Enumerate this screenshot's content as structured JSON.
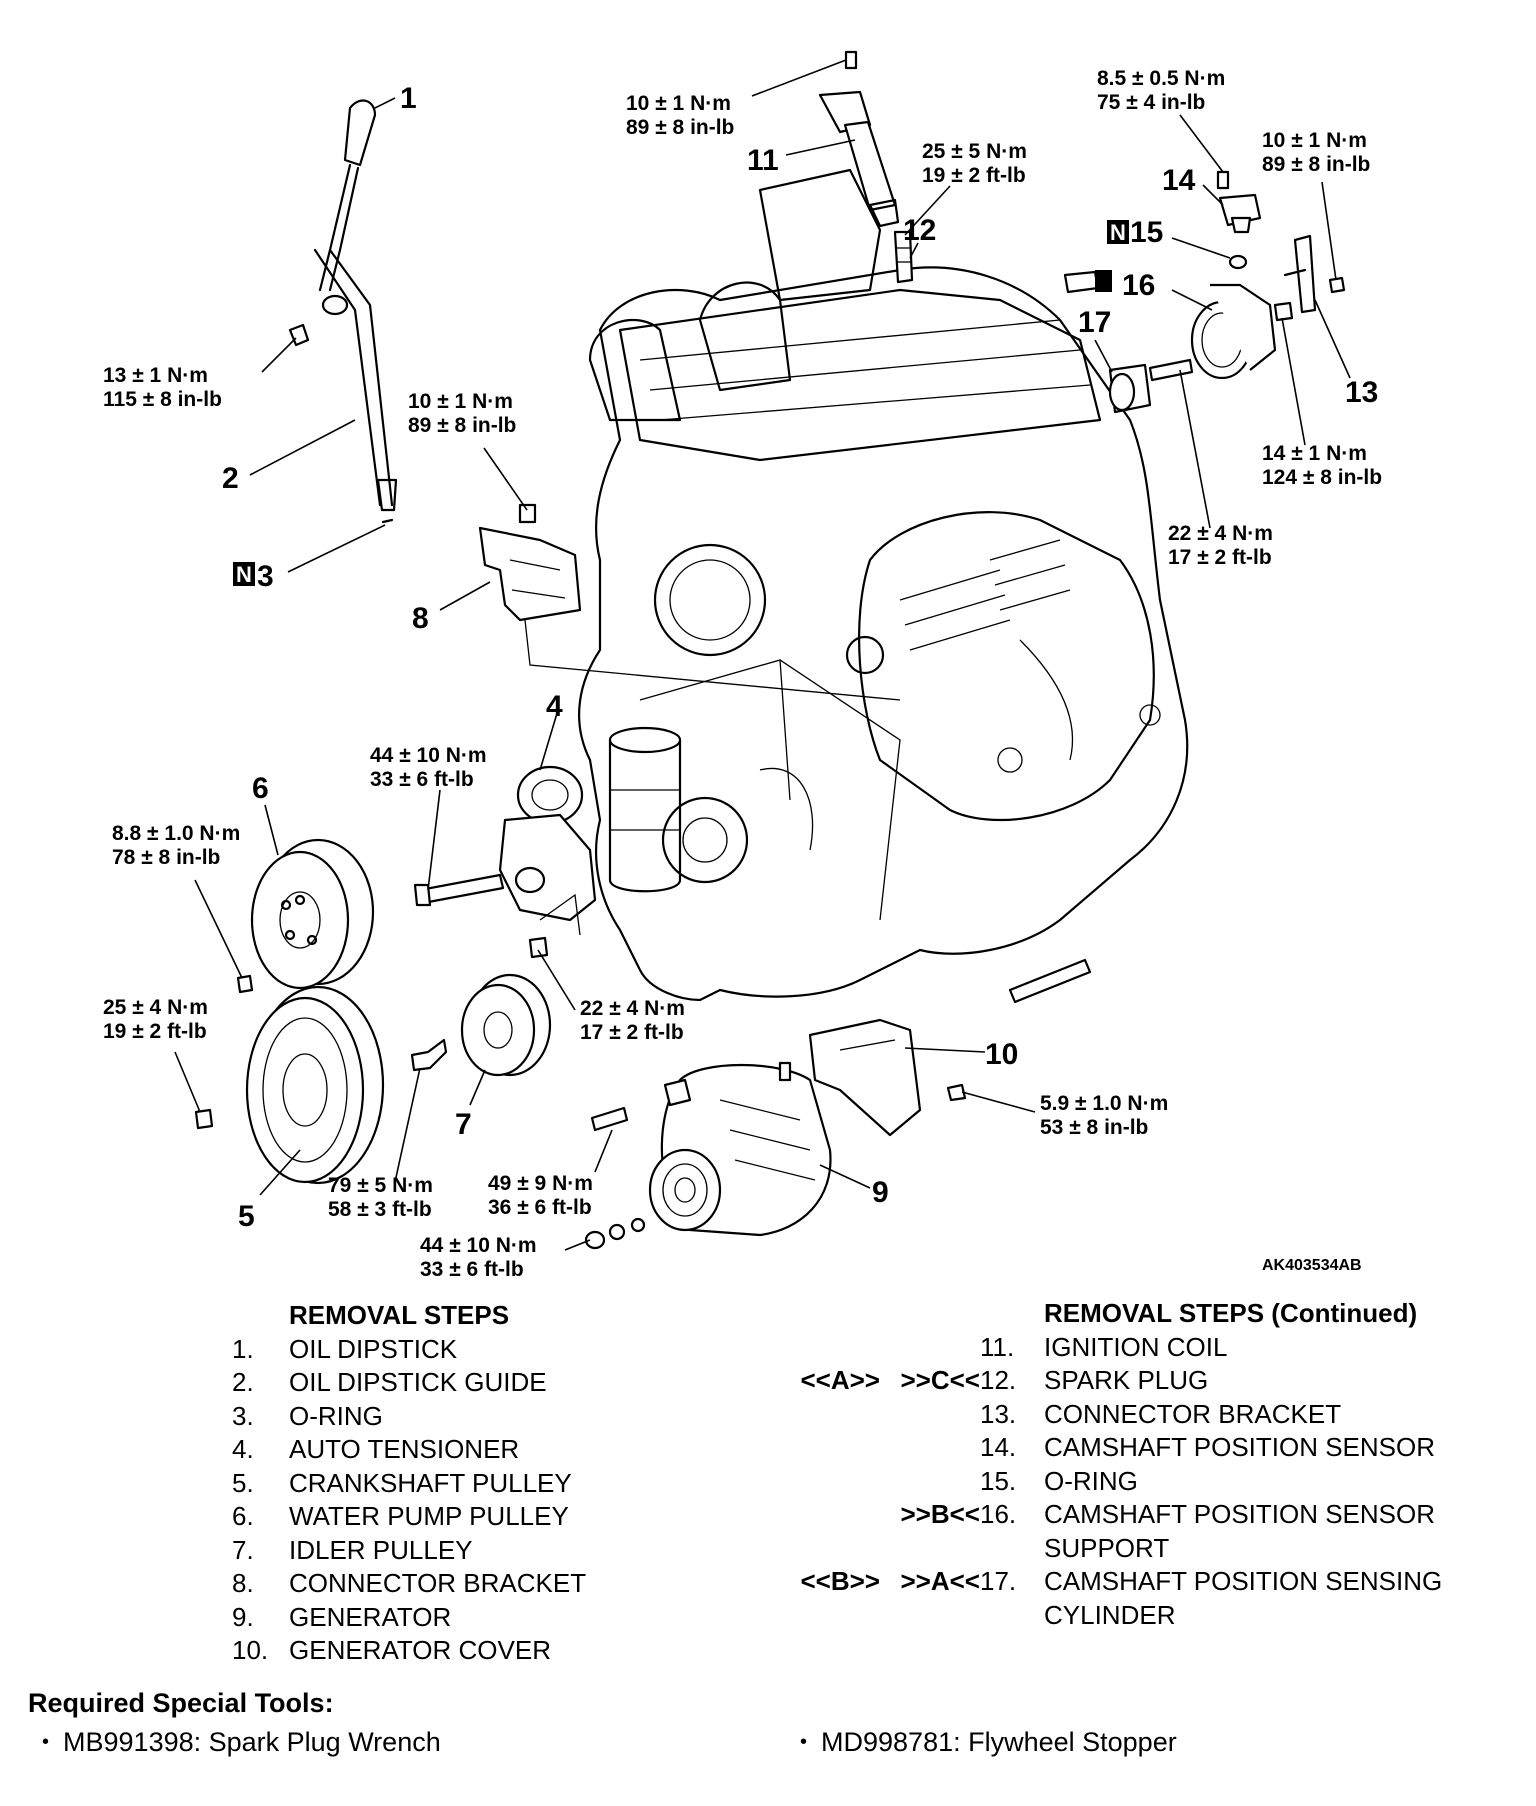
{
  "diagram": {
    "image_id": "AK403534AB",
    "callouts": [
      "1",
      "2",
      "3",
      "4",
      "5",
      "6",
      "7",
      "8",
      "9",
      "10",
      "11",
      "12",
      "13",
      "14",
      "15",
      "16",
      "17"
    ],
    "new_part_marker": "N",
    "torques": {
      "t_dipstick_bolt": [
        "13 ± 1 N·m",
        "115 ± 8 in-lb"
      ],
      "t_connector_bracket": [
        "10 ± 1 N·m",
        "89 ± 8 in-lb"
      ],
      "t_ignition_coil": [
        "10 ± 1 N·m",
        "89 ± 8 in-lb"
      ],
      "t_spark_plug": [
        "25 ± 5 N·m",
        "19 ± 2 ft-lb"
      ],
      "t_cam_sensor": [
        "8.5 ± 0.5 N·m",
        "75 ± 4 in-lb"
      ],
      "t_bracket_13": [
        "10 ± 1 N·m",
        "89 ± 8 in-lb"
      ],
      "t_sensor_support": [
        "14 ± 1 N·m",
        "124 ± 8 in-lb"
      ],
      "t_sensing_cylinder": [
        "22 ± 4 N·m",
        "17 ± 2 ft-lb"
      ],
      "t_tensioner": [
        "44 ± 10 N·m",
        "33 ± 6 ft-lb"
      ],
      "t_water_pump": [
        "8.8 ± 1.0 N·m",
        "78 ± 8 in-lb"
      ],
      "t_crank_pulley": [
        "25 ± 4 N·m",
        "19 ± 2 ft-lb"
      ],
      "t_tensioner_lower": [
        "22 ± 4 N·m",
        "17 ± 2 ft-lb"
      ],
      "t_idler": [
        "79 ± 5 N·m",
        "58 ± 3 ft-lb"
      ],
      "t_generator_bolt": [
        "49 ± 9 N·m",
        "36 ± 6 ft-lb"
      ],
      "t_generator_nut": [
        "44 ± 10 N·m",
        "33 ± 6 ft-lb"
      ],
      "t_generator_cover": [
        "5.9 ± 1.0 N·m",
        "53 ± 8 in-lb"
      ]
    }
  },
  "removal_steps": {
    "heading": "REMOVAL STEPS",
    "items": [
      {
        "num": "1.",
        "label": "OIL DIPSTICK"
      },
      {
        "num": "2.",
        "label": "OIL DIPSTICK GUIDE"
      },
      {
        "num": "3.",
        "label": "O-RING"
      },
      {
        "num": "4.",
        "label": "AUTO TENSIONER"
      },
      {
        "num": "5.",
        "label": "CRANKSHAFT PULLEY"
      },
      {
        "num": "6.",
        "label": "WATER PUMP PULLEY"
      },
      {
        "num": "7.",
        "label": "IDLER PULLEY"
      },
      {
        "num": "8.",
        "label": "CONNECTOR BRACKET"
      },
      {
        "num": "9.",
        "label": "GENERATOR"
      },
      {
        "num": "10.",
        "label": "GENERATOR COVER"
      }
    ]
  },
  "removal_steps_continued": {
    "heading": "REMOVAL STEPS (Continued)",
    "items": [
      {
        "mk1": "",
        "mk2": "",
        "num": "11.",
        "label": "IGNITION COIL",
        "cont": ""
      },
      {
        "mk1": "<<A>>",
        "mk2": ">>C<<",
        "num": "12.",
        "label": "SPARK PLUG",
        "cont": ""
      },
      {
        "mk1": "",
        "mk2": "",
        "num": "13.",
        "label": "CONNECTOR BRACKET",
        "cont": ""
      },
      {
        "mk1": "",
        "mk2": "",
        "num": "14.",
        "label": "CAMSHAFT POSITION SENSOR",
        "cont": ""
      },
      {
        "mk1": "",
        "mk2": "",
        "num": "15.",
        "label": "O-RING",
        "cont": ""
      },
      {
        "mk1": "",
        "mk2": ">>B<<",
        "num": "16.",
        "label": "CAMSHAFT POSITION SENSOR",
        "cont": "SUPPORT"
      },
      {
        "mk1": "<<B>>",
        "mk2": ">>A<<",
        "num": "17.",
        "label": "CAMSHAFT POSITION SENSING",
        "cont": "CYLINDER"
      }
    ]
  },
  "special_tools": {
    "title": "Required Special Tools:",
    "items": [
      {
        "bullet": "•",
        "label": "MB991398: Spark Plug Wrench"
      },
      {
        "bullet": "•",
        "label": "MD998781: Flywheel Stopper"
      }
    ]
  }
}
